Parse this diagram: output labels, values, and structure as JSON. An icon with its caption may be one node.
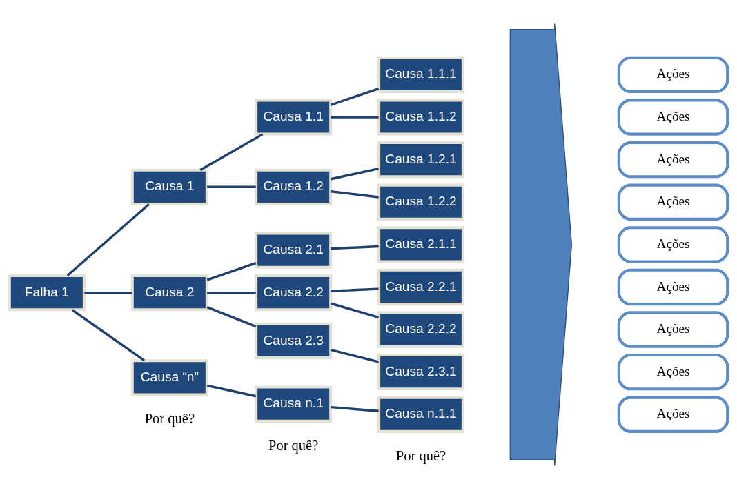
{
  "diagram": {
    "nodes": [
      {
        "text": [
          "Falha 1"
        ]
      },
      {
        "text": [
          "Causa 1"
        ]
      },
      {
        "text": [
          "Causa 2"
        ]
      },
      {
        "text": [
          "Causa “n”"
        ]
      },
      {
        "text": [
          "Causa 1.1"
        ]
      },
      {
        "text": [
          "Causa 1.2"
        ]
      },
      {
        "text": [
          "Causa 2.1"
        ]
      },
      {
        "text": [
          "Causa 2.2"
        ]
      },
      {
        "text": [
          "Causa 2.3"
        ]
      },
      {
        "text": [
          "Causa n.1"
        ]
      },
      {
        "text": [
          "Causa 1.1.1"
        ]
      },
      {
        "text": [
          "Causa 1.1.2"
        ]
      },
      {
        "text": [
          "Causa 1.2.1"
        ]
      },
      {
        "text": [
          "Causa 1.2.2"
        ]
      },
      {
        "text": [
          "Causa 2.1.1"
        ]
      },
      {
        "text": [
          "Causa 2.2.1"
        ]
      },
      {
        "text": [
          "Causa 2.2.2"
        ]
      },
      {
        "text": [
          "Causa 2.3.1"
        ]
      },
      {
        "text": [
          "Causa n.1.1"
        ]
      },
      {
        "text": [],
        "shape": "arrow"
      },
      {
        "text": [
          "Ações"
        ]
      },
      {
        "text": [
          "Ações"
        ]
      },
      {
        "text": [
          "Ações"
        ]
      },
      {
        "text": [
          "Ações"
        ]
      },
      {
        "text": [
          "Ações"
        ]
      },
      {
        "text": [
          "Ações"
        ]
      },
      {
        "text": [
          "Ações"
        ]
      },
      {
        "text": [
          "Ações"
        ]
      },
      {
        "text": [
          "Ações"
        ]
      }
    ],
    "edges": [
      {
        "from": 0,
        "to": 1,
        "arrow": "none"
      },
      {
        "from": 0,
        "to": 2,
        "arrow": "none"
      },
      {
        "from": 0,
        "to": 3,
        "arrow": "none"
      },
      {
        "from": 1,
        "to": 4,
        "arrow": "none"
      },
      {
        "from": 1,
        "to": 5,
        "arrow": "none"
      },
      {
        "from": 2,
        "to": 6,
        "arrow": "none"
      },
      {
        "from": 2,
        "to": 7,
        "arrow": "none"
      },
      {
        "from": 2,
        "to": 8,
        "arrow": "none"
      },
      {
        "from": 3,
        "to": 9,
        "arrow": "none"
      },
      {
        "from": 4,
        "to": 10,
        "arrow": "none"
      },
      {
        "from": 4,
        "to": 11,
        "arrow": "none"
      },
      {
        "from": 5,
        "to": 12,
        "arrow": "none"
      },
      {
        "from": 5,
        "to": 13,
        "arrow": "none"
      },
      {
        "from": 6,
        "to": 14,
        "arrow": "none"
      },
      {
        "from": 7,
        "to": 15,
        "arrow": "none"
      },
      {
        "from": 7,
        "to": 16,
        "arrow": "none"
      },
      {
        "from": 8,
        "to": 17,
        "arrow": "none"
      },
      {
        "from": 9,
        "to": 18,
        "arrow": "none"
      }
    ],
    "labels": [
      "Por quê?",
      "Por quê?",
      "Por quê?"
    ]
  }
}
